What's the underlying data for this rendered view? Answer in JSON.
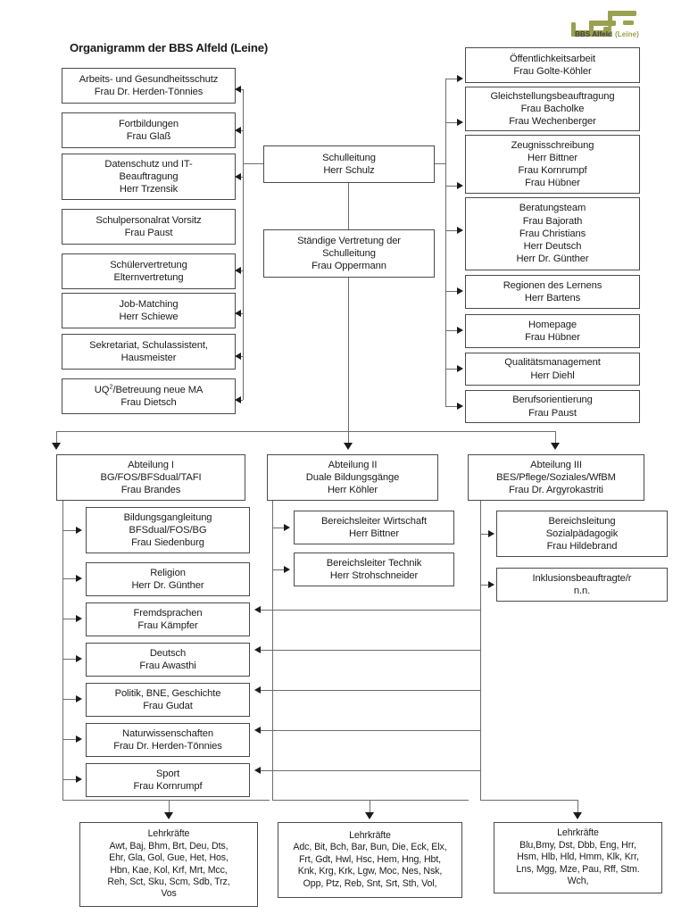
{
  "title": "Organigramm der BBS Alfeld (Leine)",
  "logo": {
    "name": "bbs-alfeld-logo",
    "text_main": "BBS Alfeld",
    "text_sub": "(Leine)",
    "color": "#9aa14f",
    "text_color": "#3d3d3d"
  },
  "colors": {
    "box_border": "#4a4a4a",
    "line": "#6d6d6d",
    "arrow": "#1b1b1b",
    "text": "#1b1b1b",
    "background": "#ffffff"
  },
  "leadership": {
    "head": {
      "lines": [
        "Schulleitung",
        "Herr Schulz"
      ]
    },
    "deputy": {
      "lines": [
        "Ständige Vertretung der",
        "Schulleitung",
        "Frau Oppermann"
      ]
    }
  },
  "left_column": [
    {
      "lines": [
        "Arbeits- und Gesundheitsschutz",
        "Frau Dr. Herden-Tönnies"
      ]
    },
    {
      "lines": [
        "Fortbildungen",
        "Frau Glaß"
      ]
    },
    {
      "lines": [
        "Datenschutz und IT-",
        "Beauftragung",
        "Herr Trzensik"
      ]
    },
    {
      "lines": [
        "Schulpersonalrat Vorsitz",
        "Frau Paust"
      ]
    },
    {
      "lines": [
        "Schülervertretung",
        "Elternvertretung"
      ]
    },
    {
      "lines": [
        "Job-Matching",
        "Herr Schiewe"
      ]
    },
    {
      "lines": [
        "Sekretariat, Schulassistent,",
        "Hausmeister"
      ]
    },
    {
      "lines": [
        "UQ²/Betreuung neue MA",
        "Frau Dietsch"
      ]
    }
  ],
  "right_column": [
    {
      "lines": [
        "Öffentlichkeitsarbeit",
        "Frau Golte-Köhler"
      ]
    },
    {
      "lines": [
        "Gleichstellungsbeauftragung",
        "Frau Bacholke",
        "Frau Wechenberger"
      ]
    },
    {
      "lines": [
        "Zeugnisschreibung",
        "Herr Bittner",
        "Frau Kornrumpf",
        "Frau Hübner"
      ]
    },
    {
      "lines": [
        "Beratungsteam",
        "Frau Bajorath",
        "Frau Christians",
        "Herr Deutsch",
        "Herr Dr. Günther"
      ]
    },
    {
      "lines": [
        "Regionen des Lernens",
        "Herr Bartens"
      ]
    },
    {
      "lines": [
        "Homepage",
        "Frau Hübner"
      ]
    },
    {
      "lines": [
        "Qualitätsmanagement",
        "Herr Diehl"
      ]
    },
    {
      "lines": [
        "Berufsorientierung",
        "Frau Paust"
      ]
    }
  ],
  "departments": [
    {
      "header": {
        "lines": [
          "Abteilung I",
          "BG/FOS/BFSdual/TAFI",
          "Frau Brandes"
        ]
      },
      "children": [
        {
          "lines": [
            "Bildungsgangleitung",
            "BFSdual/FOS/BG",
            "Frau Siedenburg"
          ]
        },
        {
          "lines": [
            "Religion",
            "Herr Dr. Günther"
          ]
        },
        {
          "lines": [
            "Fremdsprachen",
            "Frau Kämpfer"
          ]
        },
        {
          "lines": [
            "Deutsch",
            "Frau Awasthi"
          ]
        },
        {
          "lines": [
            "Politik, BNE, Geschichte",
            "Frau Gudat"
          ]
        },
        {
          "lines": [
            "Naturwissenschaften",
            "Frau Dr. Herden-Tönnies"
          ]
        },
        {
          "lines": [
            "Sport",
            "Frau Kornrumpf"
          ]
        }
      ],
      "teachers": {
        "lines": [
          "Lehrkräfte",
          "Awt, Baj, Bhm, Brt, Deu, Dts,",
          "Ehr, Gla, Gol, Gue, Het, Hos,",
          "Hbn, Kae, Kol, Krf, Mrt, Mcc,",
          "Reh, Sct, Sku, Scm, Sdb, Trz,",
          "Vos"
        ]
      }
    },
    {
      "header": {
        "lines": [
          "Abteilung II",
          "Duale Bildungsgänge",
          "Herr Köhler"
        ]
      },
      "children": [
        {
          "lines": [
            "Bereichsleiter Wirtschaft",
            "Herr Bittner"
          ]
        },
        {
          "lines": [
            "Bereichsleiter Technik",
            "Herr Strohschneider"
          ]
        }
      ],
      "teachers": {
        "lines": [
          "Lehrkräfte",
          "Adc, Bit, Bch, Bar, Bun, Die, Eck, Elx,",
          "Frt, Gdt, Hwl, Hsc, Hem, Hng, Hbt,",
          "Knk, Krg, Krk, Lgw, Moc, Nes, Nsk,",
          "Opp, Ptz, Reb, Snt, Srt, Sth, Vol,"
        ]
      }
    },
    {
      "header": {
        "lines": [
          "Abteilung III",
          "BES/Pflege/Soziales/WfBM",
          "Frau Dr. Argyrokastriti"
        ]
      },
      "children": [
        {
          "lines": [
            "Bereichsleitung",
            "Sozialpädagogik",
            "Frau Hildebrand"
          ]
        },
        {
          "lines": [
            "Inklusionsbeauftragte/r",
            "n.n."
          ]
        }
      ],
      "teachers": {
        "lines": [
          "Lehrkräfte",
          "Blu,Bmy, Dst, Dbb, Eng, Hrr,",
          "Hsm, Hlb, Hld, Hmm, Klk, Krr,",
          "Lns, Mgg, Mze, Pau, Rff, Stm.",
          "Wch,"
        ]
      }
    }
  ]
}
